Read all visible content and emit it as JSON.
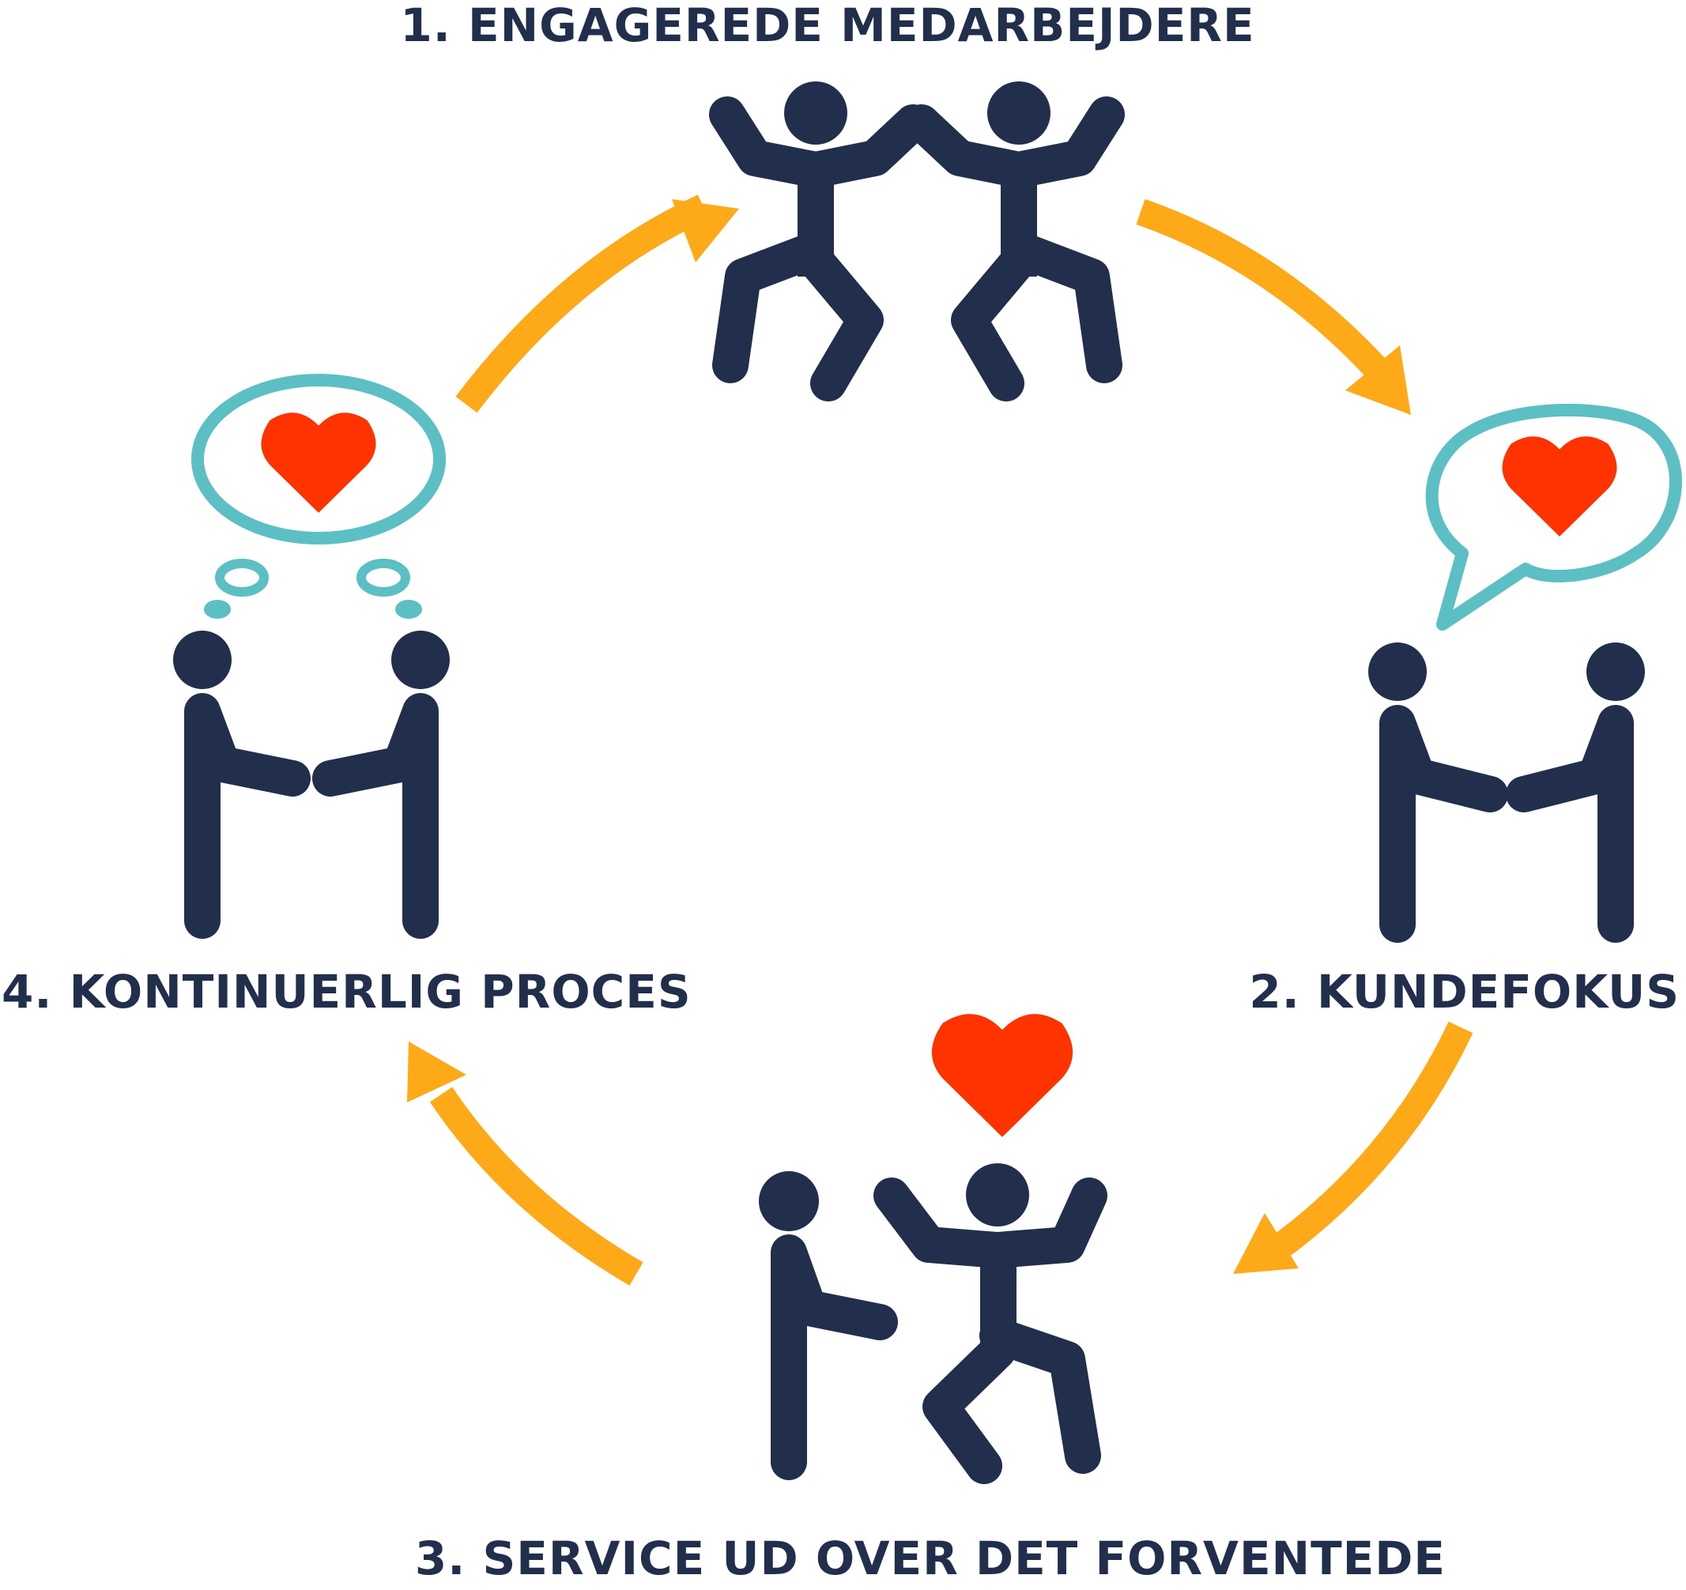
{
  "colors": {
    "navy": "#222f4c",
    "arrow": "#fea918",
    "heart": "#ff3300",
    "bubble": "#5bbfc3"
  },
  "steps": [
    {
      "label": "1. ENGAGEREDE MEDARBEJDERE",
      "icon": "two-jumping-people-icon"
    },
    {
      "label": "2. KUNDEFOKUS",
      "icon": "talking-people-heart-icon"
    },
    {
      "label": "3. SERVICE UD OVER DET FORVENTEDE",
      "icon": "happy-customer-heart-icon"
    },
    {
      "label": "4. KONTINUERLIG PROCES",
      "icon": "thinking-people-heart-icon"
    }
  ]
}
